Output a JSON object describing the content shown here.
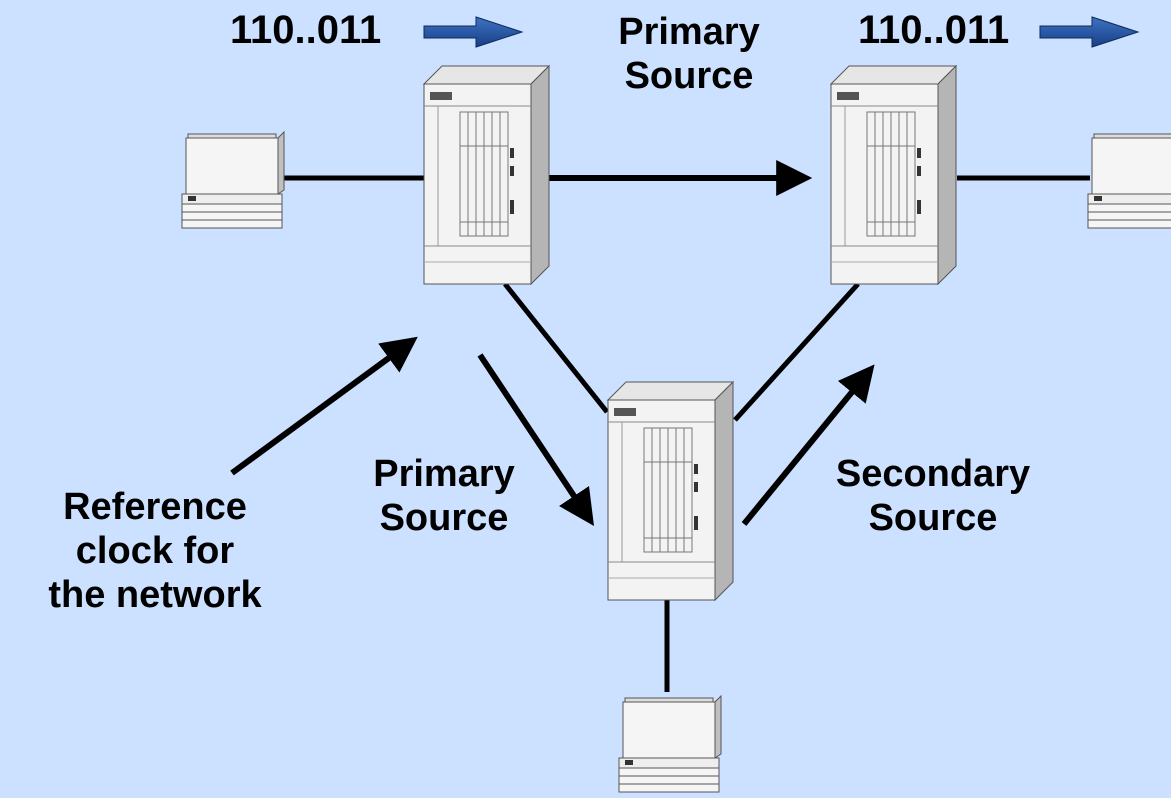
{
  "labels": {
    "bits_left": "110..011",
    "bits_right": "110..011",
    "primary_top": [
      "Primary",
      "Source"
    ],
    "primary_bottom": [
      "Primary",
      "Source"
    ],
    "secondary": [
      "Secondary",
      "Source"
    ],
    "reference": [
      "Reference",
      "clock for",
      "the network"
    ]
  },
  "colors": {
    "background": "#cce0ff",
    "bit_arrow": "#1f4e9c",
    "line": "#000000",
    "device_face": "#f2f2f2",
    "device_side": "#b8b8b8"
  }
}
